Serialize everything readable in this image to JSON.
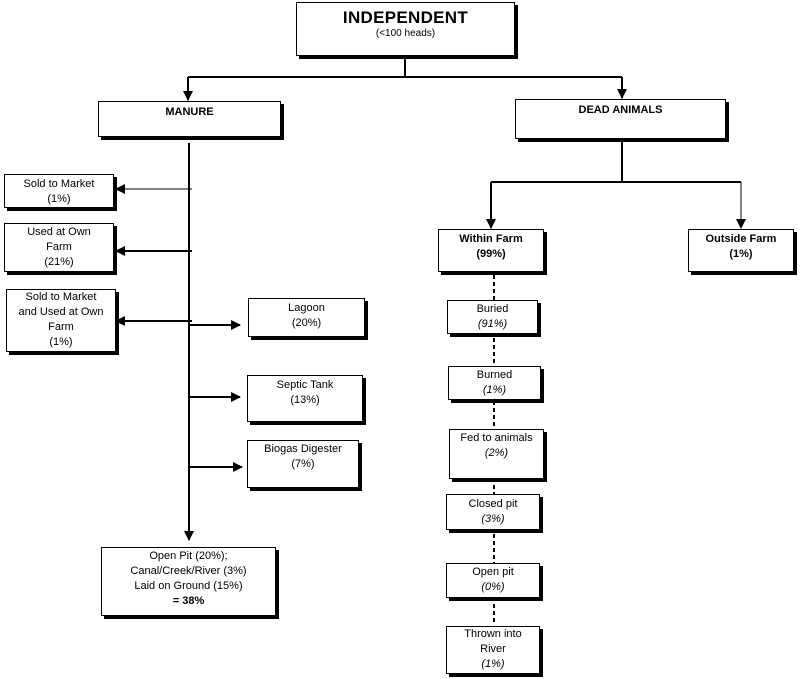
{
  "diagram": {
    "root": {
      "title": "INDEPENDENT",
      "subtitle": "(<100 heads)"
    },
    "manure": {
      "label": "MANURE",
      "left_outputs": [
        {
          "lines": [
            "Sold to Market",
            "(1%)"
          ]
        },
        {
          "lines": [
            "Used at Own",
            "Farm",
            "(21%)"
          ]
        },
        {
          "lines": [
            "Sold to Market",
            "and Used at Own",
            "Farm",
            "(1%)"
          ]
        }
      ],
      "right_outputs": [
        {
          "lines": [
            "Lagoon",
            "(20%)"
          ]
        },
        {
          "lines": [
            "Septic Tank",
            "(13%)"
          ]
        },
        {
          "lines": [
            "Biogas Digester",
            "(7%)"
          ]
        }
      ],
      "bottom_output": {
        "lines": [
          "Open Pit (20%);",
          "Canal/Creek/River (3%)",
          "Laid on Ground (15%)",
          "= 38%"
        ]
      }
    },
    "dead_animals": {
      "label": "DEAD ANIMALS",
      "within_farm": {
        "label": "Within Farm",
        "value": "(99%)"
      },
      "outside_farm": {
        "label": "Outside Farm",
        "value": "(1%)"
      },
      "methods": [
        {
          "lines": [
            "Buried",
            "(91%)"
          ]
        },
        {
          "lines": [
            "Burned",
            "(1%)"
          ]
        },
        {
          "lines": [
            "Fed to animals",
            "(2%)"
          ]
        },
        {
          "lines": [
            "Closed pit",
            "(3%)"
          ]
        },
        {
          "lines": [
            "Open pit",
            "(0%)"
          ]
        },
        {
          "lines": [
            "Thrown into",
            "River",
            "(1%)"
          ]
        }
      ]
    }
  }
}
